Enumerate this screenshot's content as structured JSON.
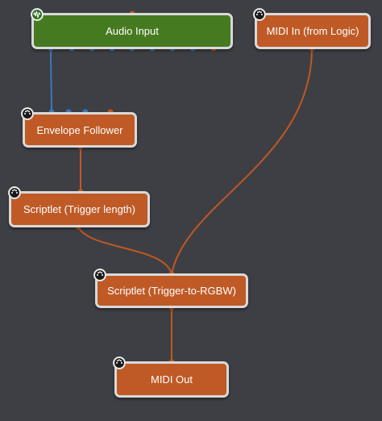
{
  "colors": {
    "background": "#3d3f45",
    "node_orange": "#bf5a26",
    "node_green": "#467a21",
    "node_border": "#d9d9d9",
    "audio_wire": "#3f78b3",
    "midi_wire": "#c2581f"
  },
  "nodes": {
    "audio_input": {
      "label": "Audio Input",
      "icon": "waveform-icon"
    },
    "midi_in": {
      "label": "MIDI In (from Logic)",
      "icon": "midi-port-icon"
    },
    "envelope_follower": {
      "label": "Envelope Follower",
      "icon": "midi-port-icon"
    },
    "scriptlet_trigger_length": {
      "label": "Scriptlet (Trigger length)",
      "icon": "midi-port-icon"
    },
    "scriptlet_trigger_rgbw": {
      "label": "Scriptlet (Trigger-to-RGBW)",
      "icon": "midi-port-icon"
    },
    "midi_out": {
      "label": "MIDI Out",
      "icon": "midi-port-icon"
    }
  }
}
